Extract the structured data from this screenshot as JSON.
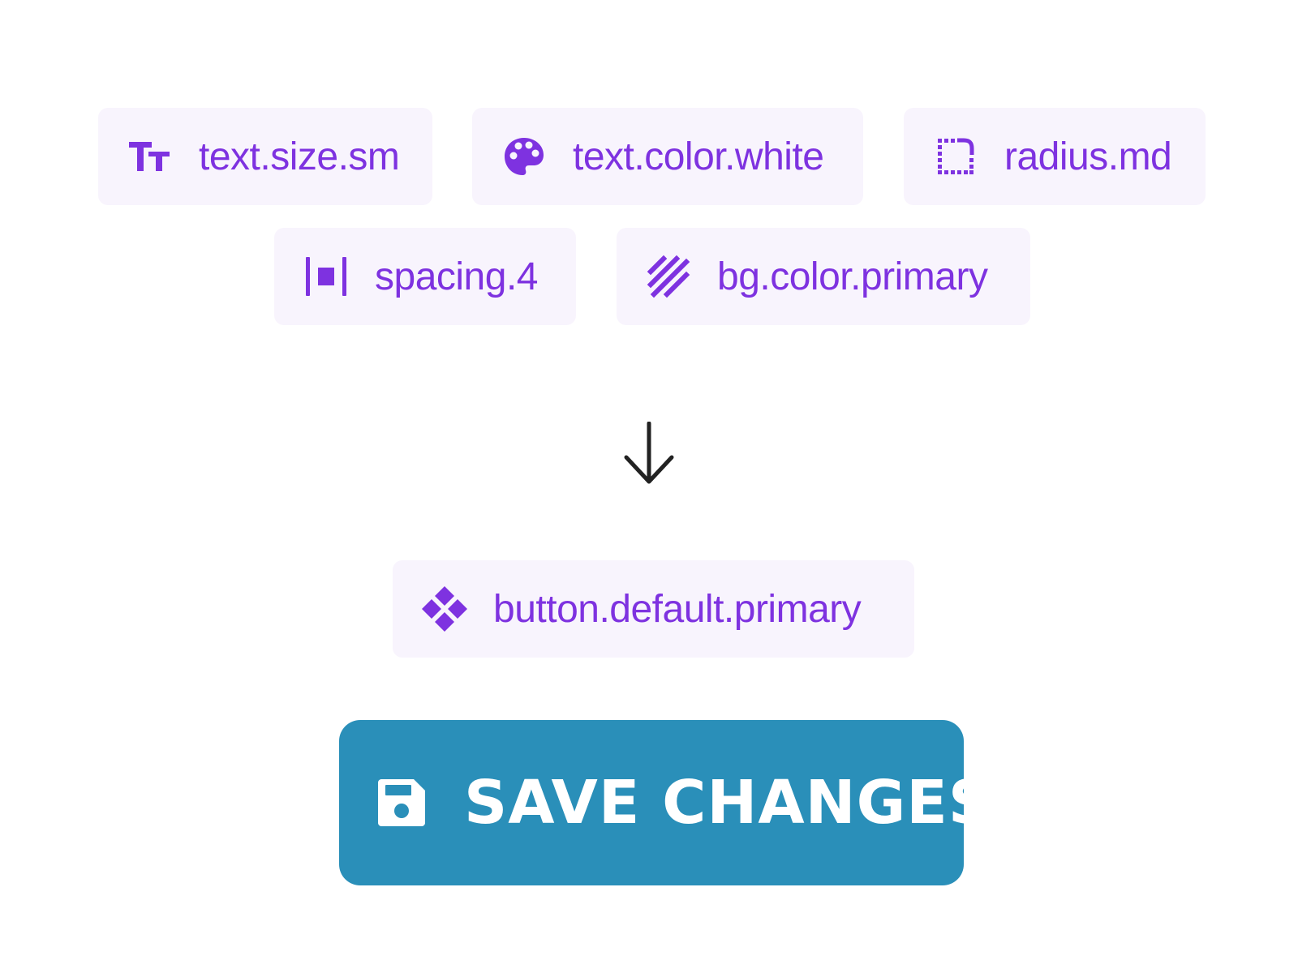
{
  "tokens": {
    "text_size": {
      "label": "text.size.sm",
      "icon": "text-size-icon"
    },
    "text_color": {
      "label": "text.color.white",
      "icon": "palette-icon"
    },
    "radius": {
      "label": "radius.md",
      "icon": "corner-radius-icon"
    },
    "spacing": {
      "label": "spacing.4",
      "icon": "spacing-icon"
    },
    "bg_color": {
      "label": "bg.color.primary",
      "icon": "hatched-fill-icon"
    }
  },
  "flow": {
    "icon": "arrow-down-icon"
  },
  "component": {
    "label": "button.default.primary",
    "icon": "component-diamond-icon"
  },
  "result_button": {
    "label": "SAVE CHANGES",
    "icon": "floppy-disk-icon"
  },
  "colors": {
    "token_text": "#7e32e0",
    "chip_background": "#f8f4fd",
    "button_background": "#2a8fb9",
    "button_text": "#ffffff",
    "arrow": "#222222"
  }
}
